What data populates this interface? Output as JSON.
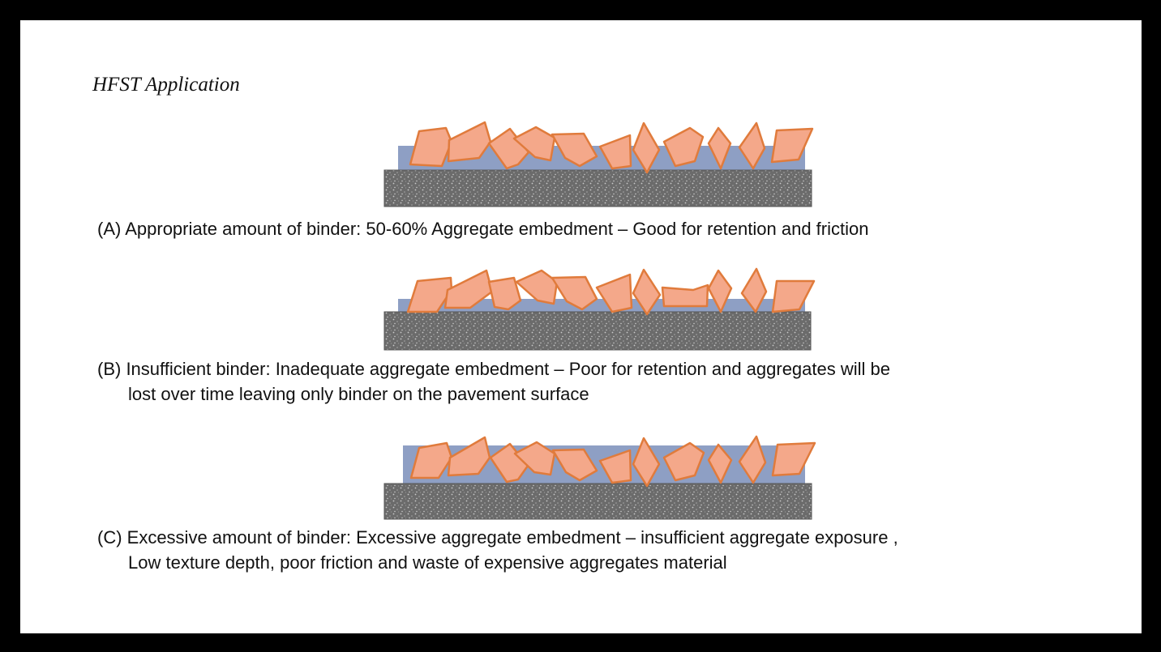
{
  "title": "HFST Application",
  "colors": {
    "page_background": "#ffffff",
    "frame": "#000000",
    "aggregate_fill": "#f4a88a",
    "aggregate_outline": "#e07b3c",
    "binder": "#8e9fc4",
    "pavement": "#6b6b6b"
  },
  "panels": [
    {
      "id": "A",
      "caption_line1": "(A) Appropriate amount of binder: 50-60% Aggregate embedment – Good for retention and friction",
      "caption_line2": ""
    },
    {
      "id": "B",
      "caption_line1": "(B) Insufficient binder: Inadequate aggregate embedment – Poor  for retention and aggregates will be",
      "caption_line2": "lost over time leaving only binder on the pavement surface"
    },
    {
      "id": "C",
      "caption_line1": "(C) Excessive  amount of binder: Excessive aggregate embedment  – insufficient aggregate exposure ,",
      "caption_line2": "Low texture depth, poor friction and waste of expensive aggregates material"
    }
  ]
}
